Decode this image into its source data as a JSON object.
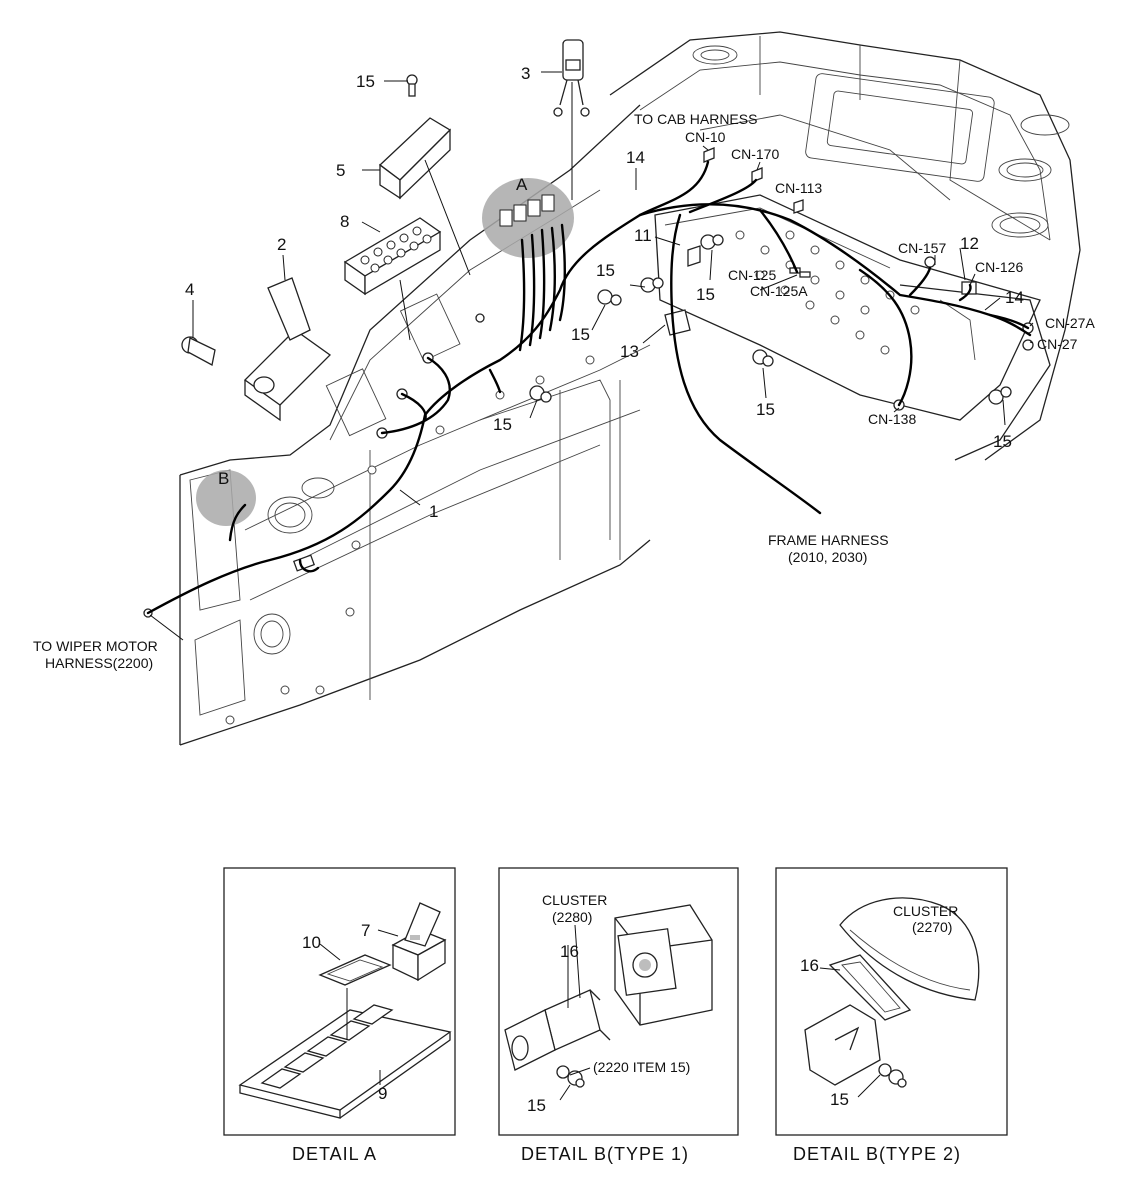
{
  "main": {
    "callouts": {
      "n1": "1",
      "n2": "2",
      "n3": "3",
      "n4": "4",
      "n5": "5",
      "n8": "8",
      "n11": "11",
      "n12": "12",
      "n13": "13",
      "n14a": "14",
      "n14b": "14",
      "n15a": "15",
      "n15b": "15",
      "n15c": "15",
      "n15d": "15",
      "n15e": "15",
      "n15f": "15",
      "n15g": "15",
      "A": "A",
      "B": "B"
    },
    "connectors": {
      "cn10": "CN-10",
      "cn170": "CN-170",
      "cn113": "CN-113",
      "cn125": "CN-125",
      "cn125a": "CN-125A",
      "cn157": "CN-157",
      "cn126": "CN-126",
      "cn27a": "CN-27A",
      "cn27": "CN-27",
      "cn138": "CN-138"
    },
    "notes": {
      "to_cab_harness": "TO CAB HARNESS",
      "frame_harness_1": "FRAME HARNESS",
      "frame_harness_2": "(2010, 2030)",
      "wiper_1": "TO WIPER MOTOR",
      "wiper_2": "HARNESS(2200)"
    }
  },
  "details": {
    "a": {
      "caption": "DETAIL  A",
      "n7": "7",
      "n9": "9",
      "n10": "10"
    },
    "b1": {
      "caption": "DETAIL  B(TYPE 1)",
      "cluster_1": "CLUSTER",
      "cluster_2": "(2280)",
      "n16": "16",
      "n15": "15",
      "ref": "(2220 ITEM 15)"
    },
    "b2": {
      "caption": "DETAIL  B(TYPE 2)",
      "cluster_1": "CLUSTER",
      "cluster_2": "(2270)",
      "n16": "16",
      "n15": "15"
    }
  }
}
